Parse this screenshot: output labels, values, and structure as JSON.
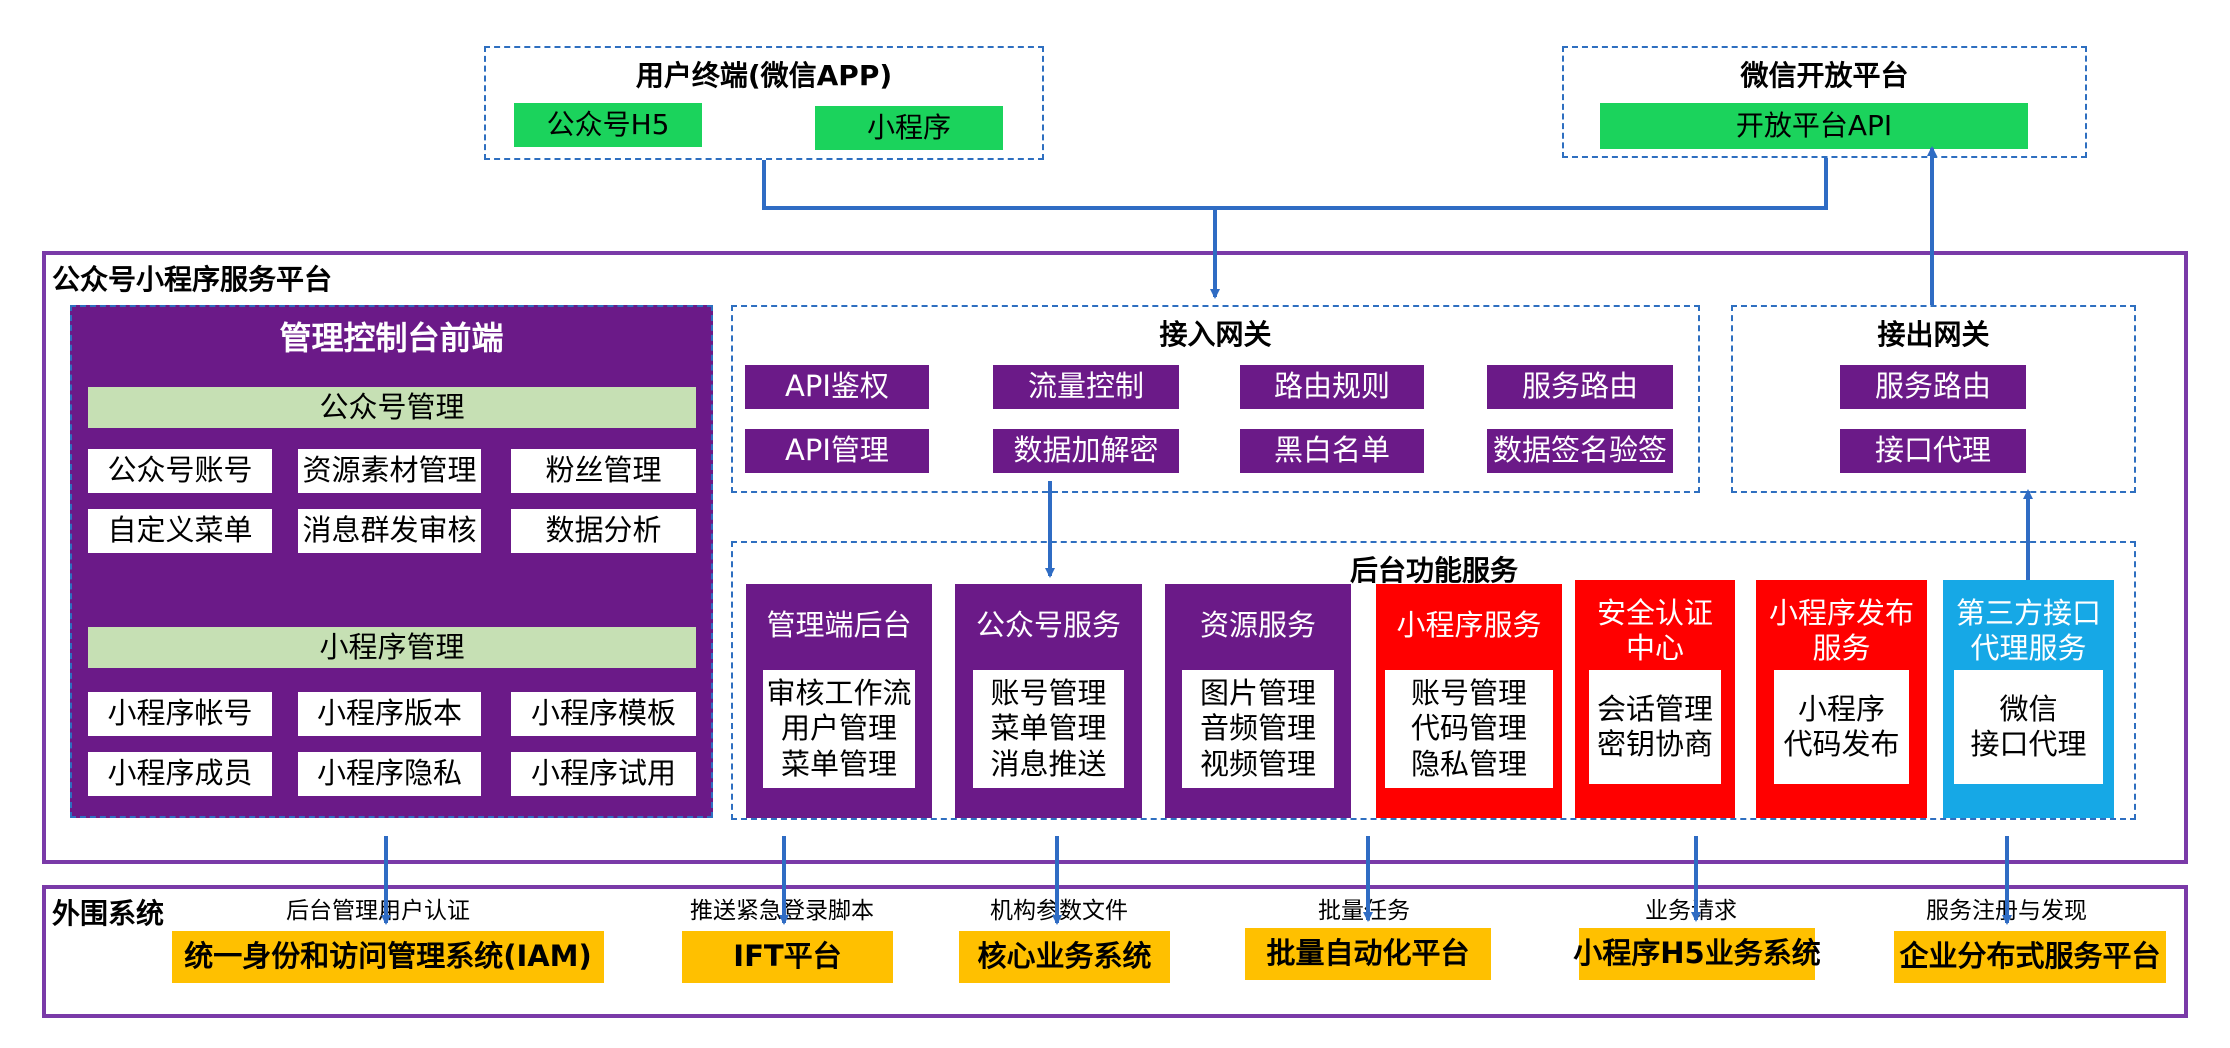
{
  "colors": {
    "dash_blue": "#2e6fc0",
    "arrow_blue": "#2f6cc4",
    "platform_purple": "#7a3aa8",
    "module_purple": "#6b1a88",
    "alert_red": "#ff0000",
    "cyan": "#16a8e6",
    "green": "#1bd35c",
    "light_green": "#c6e0b4",
    "gold": "#ffc000"
  },
  "user_terminal": {
    "title": "用户终端(微信APP)",
    "items": [
      "公众号H5",
      "小程序"
    ]
  },
  "wechat_open": {
    "title": "微信开放平台",
    "items": [
      "开放平台API"
    ]
  },
  "platform": {
    "title": "公众号小程序服务平台"
  },
  "console": {
    "title": "管理控制台前端",
    "oa_section": {
      "title": "公众号管理",
      "items": [
        "公众号账号",
        "资源素材管理",
        "粉丝管理",
        "自定义菜单",
        "消息群发审核",
        "数据分析"
      ]
    },
    "mp_section": {
      "title": "小程序管理",
      "items": [
        "小程序帐号",
        "小程序版本",
        "小程序模板",
        "小程序成员",
        "小程序隐私",
        "小程序试用"
      ]
    }
  },
  "ingress": {
    "title": "接入网关",
    "items": [
      "API鉴权",
      "流量控制",
      "路由规则",
      "服务路由",
      "API管理",
      "数据加解密",
      "黑白名单",
      "数据签名验签"
    ]
  },
  "egress": {
    "title": "接出网关",
    "items": [
      "服务路由",
      "接口代理"
    ]
  },
  "backend": {
    "title": "后台功能服务",
    "services": [
      {
        "title": "管理端后台",
        "lines": [
          "审核工作流",
          "用户管理",
          "菜单管理"
        ],
        "color": "#6b1a88"
      },
      {
        "title": "公众号服务",
        "lines": [
          "账号管理",
          "菜单管理",
          "消息推送"
        ],
        "color": "#6b1a88"
      },
      {
        "title": "资源服务",
        "lines": [
          "图片管理",
          "音频管理",
          "视频管理"
        ],
        "color": "#6b1a88"
      },
      {
        "title": "小程序服务",
        "lines": [
          "账号管理",
          "代码管理",
          "隐私管理"
        ],
        "color": "#ff0000"
      },
      {
        "title": "安全认证中心",
        "title_lines": [
          "安全认证",
          "中心"
        ],
        "lines": [
          "会话管理",
          "密钥协商"
        ],
        "color": "#ff0000"
      },
      {
        "title": "小程序发布服务",
        "title_lines": [
          "小程序发布",
          "服务"
        ],
        "lines": [
          "小程序",
          "代码发布"
        ],
        "color": "#ff0000"
      },
      {
        "title": "第三方接口代理服务",
        "title_lines": [
          "第三方接口",
          "代理服务"
        ],
        "lines": [
          "微信",
          "接口代理"
        ],
        "color": "#16a8e6"
      }
    ]
  },
  "external": {
    "title": "外围系统",
    "systems": [
      {
        "caption": "后台管理用户认证",
        "name": "统一身份和访问管理系统(IAM)"
      },
      {
        "caption": "推送紧急登录脚本",
        "name": "IFT平台"
      },
      {
        "caption": "机构参数文件",
        "name": "核心业务系统"
      },
      {
        "caption": "批量任务",
        "name": "批量自动化平台"
      },
      {
        "caption": "业务请求",
        "name": "小程序H5业务系统"
      },
      {
        "caption": "服务注册与发现",
        "name": "企业分布式服务平台"
      }
    ]
  }
}
